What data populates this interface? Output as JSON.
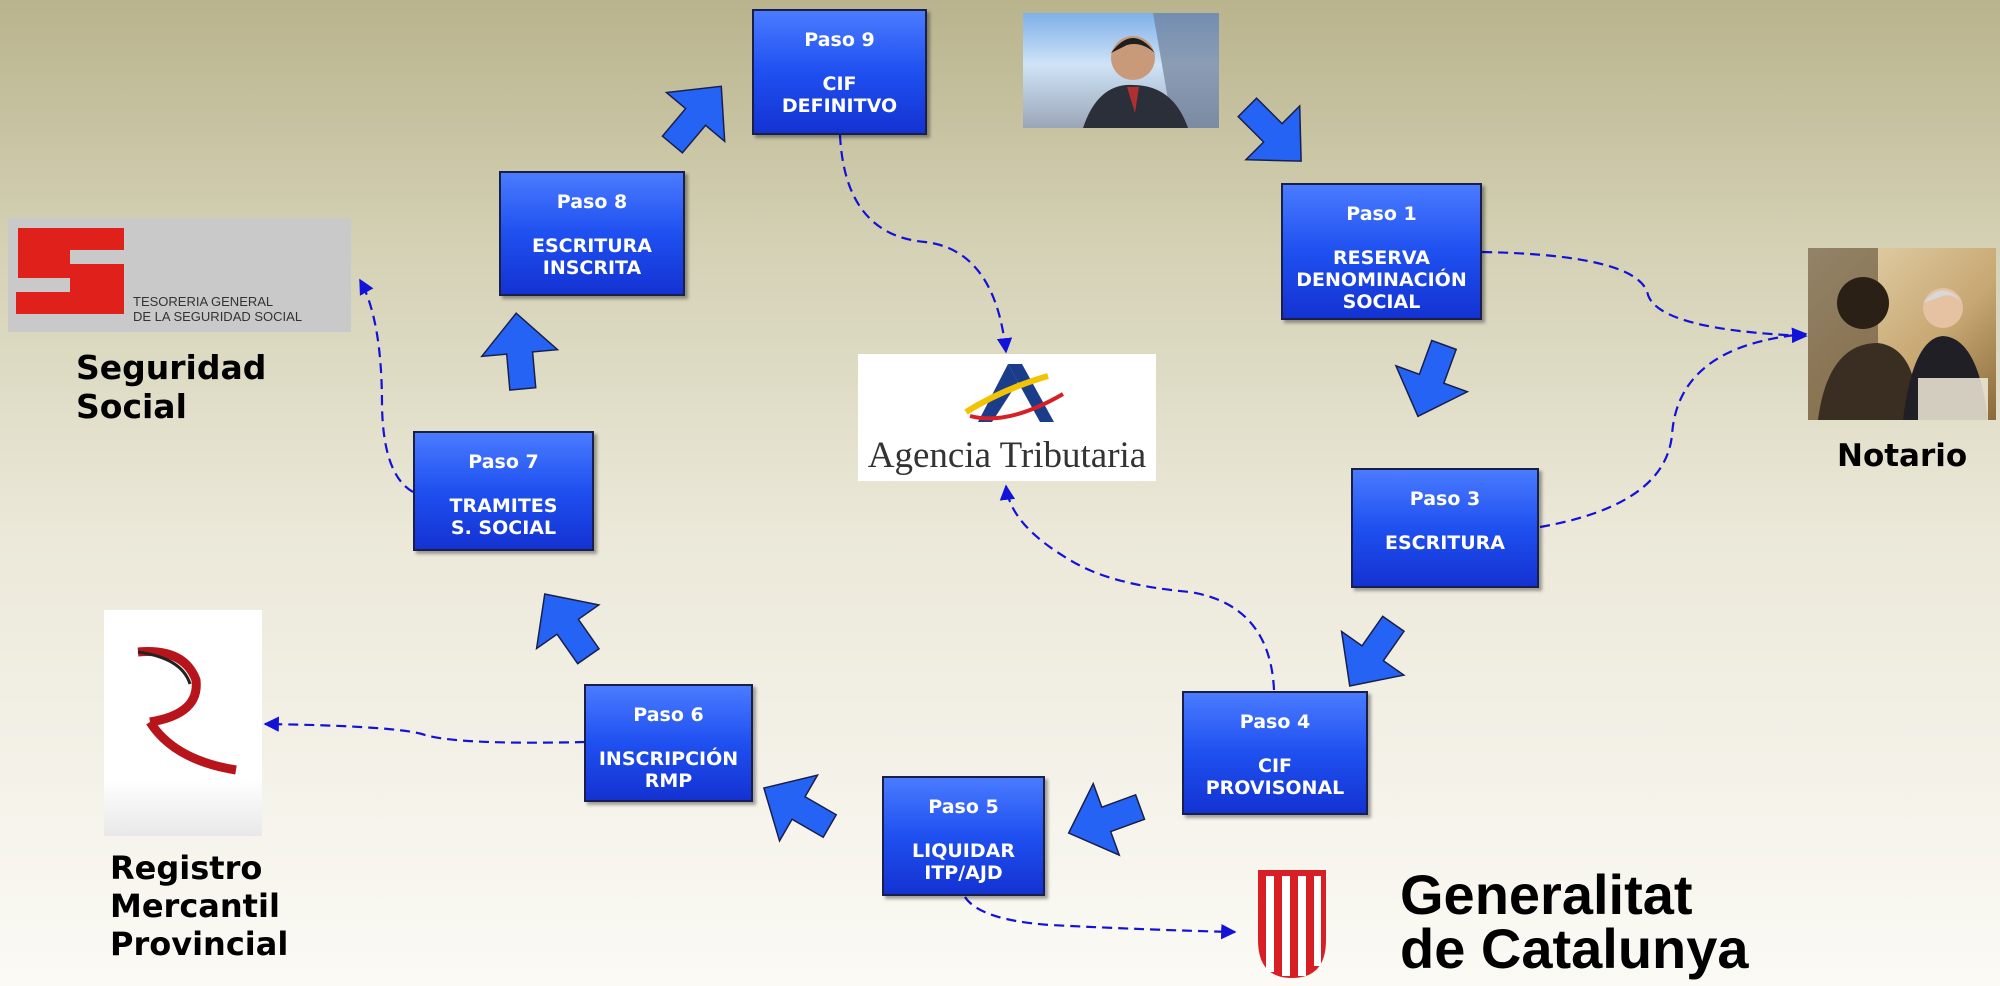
{
  "steps": [
    {
      "id": "paso9",
      "label": "Paso 9",
      "desc": "CIF\nDEFINITVO"
    },
    {
      "id": "paso8",
      "label": "Paso 8",
      "desc": "ESCRITURA\nINSCRITA"
    },
    {
      "id": "paso7",
      "label": "Paso 7",
      "desc": "TRAMITES\n S. SOCIAL"
    },
    {
      "id": "paso6",
      "label": "Paso 6",
      "desc": "INSCRIPCIÓN\nRMP"
    },
    {
      "id": "paso5",
      "label": "Paso 5",
      "desc": "LIQUIDAR\nITP/AJD"
    },
    {
      "id": "paso4",
      "label": "Paso 4",
      "desc": "CIF\nPROVISONAL"
    },
    {
      "id": "paso3",
      "label": "Paso 3",
      "desc": "ESCRITURA"
    },
    {
      "id": "paso1",
      "label": "Paso 1",
      "desc": "RESERVA\nDENOMINACIÓN\nSOCIAL"
    }
  ],
  "entities": {
    "seguridad_social": "Seguridad\nSocial",
    "notario": "Notario",
    "registro": "Registro\nMercantil\nProvincial"
  },
  "logos": {
    "tgss": "TESORERIA GENERAL\nDE LA SEGURIDAD SOCIAL",
    "agencia": "Agencia Tributaria",
    "generalitat": "Generalitat\nde Catalunya"
  },
  "colors": {
    "step_fill": "#1f50f0",
    "arrow_fill": "#2563f5",
    "connector": "#1212d8",
    "tgss_red": "#e0201a"
  }
}
